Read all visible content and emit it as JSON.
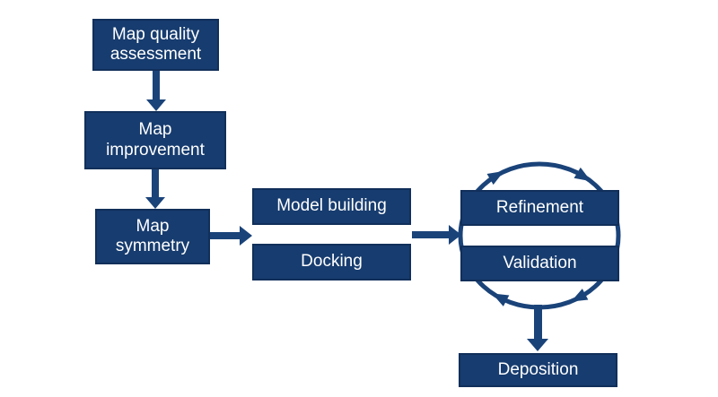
{
  "diagram": {
    "type": "flowchart",
    "background": "#FFFFFF",
    "colors": {
      "box_fill": "#173C6F",
      "box_border": "#112F5A",
      "arrow": "#1A4379",
      "text": "#FFFFFF"
    },
    "nodes": [
      {
        "id": "map-quality-assessment",
        "label": "Map quality\nassessment"
      },
      {
        "id": "map-improvement",
        "label": "Map\nimprovement"
      },
      {
        "id": "map-symmetry",
        "label": "Map\nsymmetry"
      },
      {
        "id": "model-building",
        "label": "Model building"
      },
      {
        "id": "docking",
        "label": "Docking"
      },
      {
        "id": "refinement",
        "label": "Refinement"
      },
      {
        "id": "validation",
        "label": "Validation"
      },
      {
        "id": "deposition",
        "label": "Deposition"
      }
    ],
    "edges": [
      {
        "from": "map-quality-assessment",
        "to": "map-improvement",
        "style": "block-arrow-down"
      },
      {
        "from": "map-improvement",
        "to": "map-symmetry",
        "style": "block-arrow-down"
      },
      {
        "from": "map-symmetry",
        "to": "model-building-and-docking",
        "style": "block-arrow-right"
      },
      {
        "from": "model-building-and-docking",
        "to": "refinement-and-validation",
        "style": "block-arrow-right"
      },
      {
        "from": "refinement-and-validation",
        "to": "refinement-and-validation",
        "style": "clockwise-cycle"
      },
      {
        "from": "refinement-and-validation",
        "to": "deposition",
        "style": "block-arrow-down"
      }
    ]
  }
}
